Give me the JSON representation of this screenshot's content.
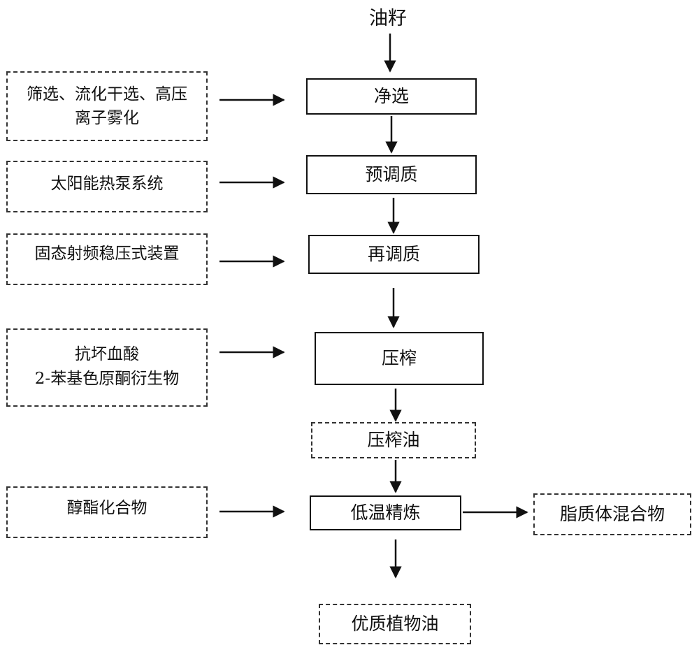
{
  "start": "油籽",
  "steps": {
    "clean": "净选",
    "precondition": "预调质",
    "recondition": "再调质",
    "press": "压榨",
    "pressed_oil": "压榨油",
    "refine": "低温精炼",
    "product": "优质植物油",
    "byproduct": "脂质体混合物"
  },
  "inputs": {
    "clean_line1": "筛选、流化干选、高压",
    "clean_line2": "离子雾化",
    "precondition": "太阳能热泵系统",
    "recondition": "固态射频稳压式装置",
    "press_line1": "抗坏血酸",
    "press_line2": "2-苯基色原酮衍生物",
    "refine": "醇酯化合物"
  }
}
